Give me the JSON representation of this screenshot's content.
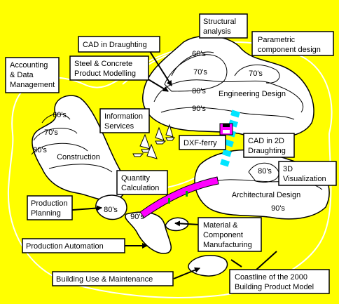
{
  "colors": {
    "background": "#ffff00",
    "land": "#ffffff",
    "outline": "#000000",
    "bridge": "#ff00ff",
    "ferry_track": "#00e5ff",
    "disk": "#ff00ff"
  },
  "regions": {
    "engineering": {
      "name": "Engineering Design",
      "decades": [
        "60's",
        "70's",
        "80's",
        "90's"
      ],
      "second_70s": "70's"
    },
    "construction": {
      "name": "Construction",
      "decades": [
        "60's",
        "70's",
        "80's"
      ]
    },
    "architectural": {
      "name": "Architectural Design",
      "decades": [
        "80's",
        "90's"
      ]
    },
    "production_planning_decade": "80's",
    "lower_90s": "90's"
  },
  "callouts": {
    "structural_analysis": [
      "Structural",
      "analysis"
    ],
    "cad_in_draughting": "CAD in Draughting",
    "parametric_design": [
      "Parametric",
      "component design"
    ],
    "steel_concrete": [
      "Steel & Concrete",
      "Product Modelling"
    ],
    "accounting": [
      "Accounting",
      "& Data",
      "Management"
    ],
    "information_services": [
      "Information",
      "Services"
    ],
    "dxf_ferry": "DXF-ferry",
    "cad_2d": [
      "CAD in 2D",
      "Draughting"
    ],
    "visualization_3d": [
      "3D",
      "Visualization"
    ],
    "quantity_calculation": [
      "Quantity",
      "Calculation"
    ],
    "production_planning": [
      "Production",
      "Planning"
    ],
    "material_component": [
      "Material &",
      "Component",
      "Manufacturing"
    ],
    "production_automation": "Production Automation",
    "building_use": "Building Use & Maintenance",
    "coastline": [
      "Coastline of the 2000",
      "Building Product Model"
    ]
  }
}
